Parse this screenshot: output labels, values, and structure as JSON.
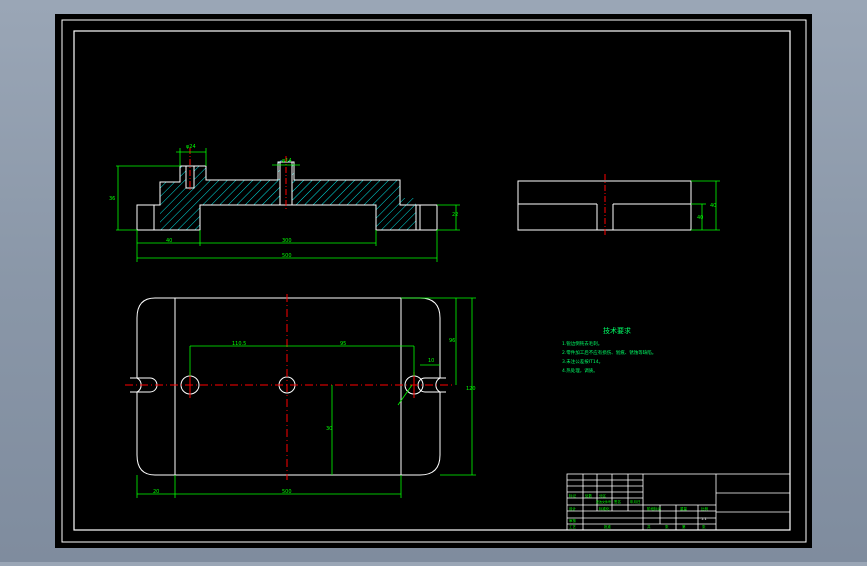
{
  "dims": {
    "top_left_slot": "φ24",
    "top_center_slot": "φ14",
    "left_height": "36",
    "right_step": "22",
    "bottom_left": "40",
    "bottom_center": "300",
    "overall_length": "500",
    "side_height": "40",
    "side_step": "40",
    "plan_left_offset": "110.5",
    "plan_right_offset": "95",
    "plan_small_right": "10",
    "plan_vertical_upper": "96",
    "plan_vertical_right": "120",
    "plan_center_down": "30",
    "plan_bottom_left": "20",
    "plan_bottom_total": "500"
  },
  "notes": {
    "title": "技术要求",
    "lines": [
      "1.锐边倒钝去毛刺。",
      "2.零件加工后不应有损伤、划痕、锈蚀等缺陷。",
      "3.未注公差按IT14。",
      "4.热处理，调质。"
    ]
  },
  "title_block": {
    "cells": [
      "标记",
      "处数",
      "分区",
      "更改文件号",
      "签名",
      "年月日",
      "设计",
      "标准化",
      "阶段标记",
      "重量",
      "比例",
      "审核",
      "工艺",
      "批准",
      "共",
      "张",
      "第",
      "张",
      "1:1"
    ]
  },
  "colors": {
    "paper": "#000000",
    "border": "#ffffff",
    "dimension": "#00ff00",
    "centerline": "#ff0000",
    "hatch": "#00e5e5",
    "notes": "#00ff66"
  }
}
